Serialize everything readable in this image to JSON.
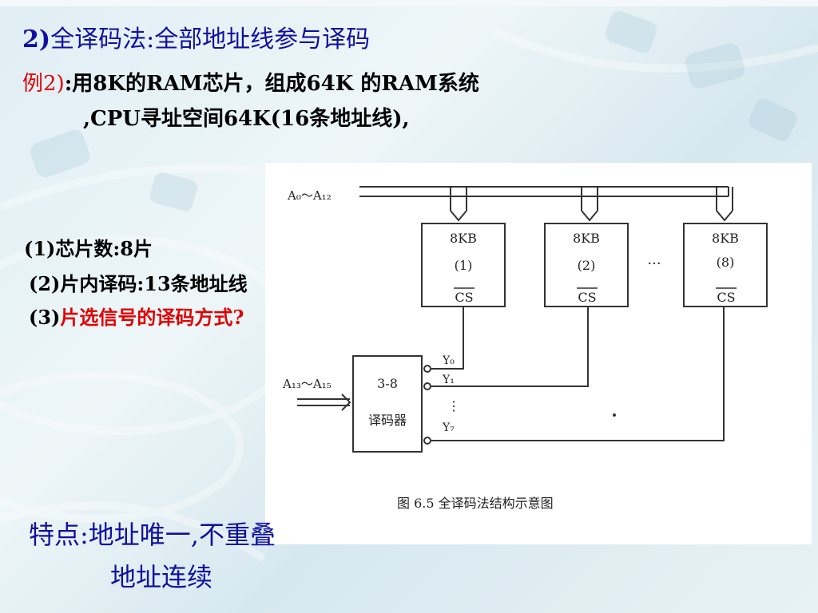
{
  "slide": {
    "title_prefix": "2)",
    "title_main": "全译码法:",
    "title_rest": "全部地址线参与译码",
    "example_label": "例2)",
    "example_line1": ":用8K的RAM芯片，组成64K 的RAM系统",
    "example_line2": ",CPU寻址空间64K(16条地址线),",
    "points": [
      {
        "label": "(1)",
        "text": "芯片数:8片"
      },
      {
        "label": "(2)",
        "text": "片内译码:13条地址线"
      },
      {
        "label": "(3)",
        "text": "片选信号的译码方式?"
      }
    ],
    "feature_line1": "特点:地址唯一,不重叠",
    "feature_line2": "地址连续"
  },
  "diagram": {
    "address_bus_label": "A₀～A₁₂",
    "high_address_label": "A₁₃～A₁₅",
    "decoder_label_top": "3-8",
    "decoder_label_bottom": "译码器",
    "chips": [
      {
        "size": "8KB",
        "index": "(1)",
        "select": "CS"
      },
      {
        "size": "8KB",
        "index": "(2)",
        "select": "CS"
      },
      {
        "size": "8KB",
        "index": "(8)",
        "select": "CS"
      }
    ],
    "ellipsis": "···",
    "outputs": [
      "Y₀",
      "Y₁",
      "⋮",
      "Y₇"
    ],
    "caption": "图 6.5   全译码法结构示意图"
  },
  "colors": {
    "title_blue": "#1010a0",
    "highlight_red": "#e00000"
  }
}
